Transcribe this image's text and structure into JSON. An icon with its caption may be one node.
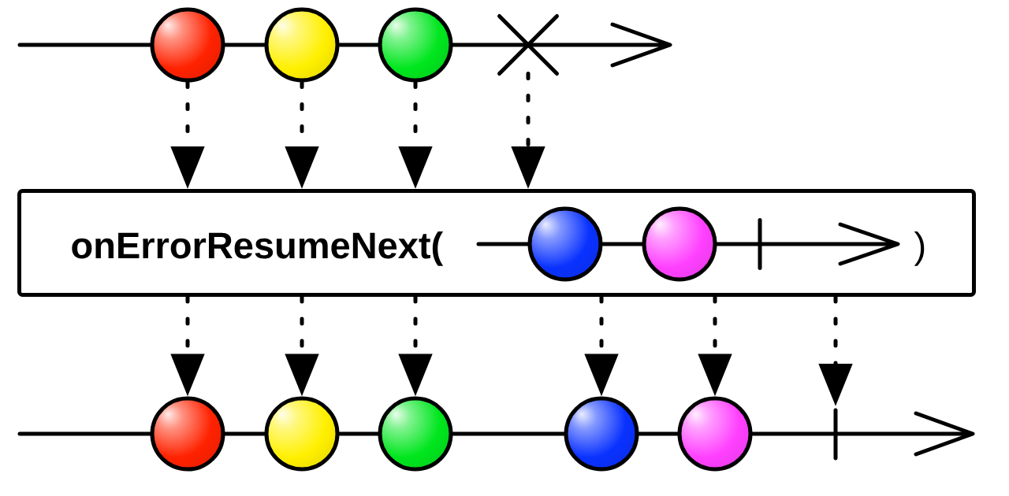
{
  "diagram": {
    "nodes": [
      {
        "text": [],
        "shape": "circle"
      },
      {
        "text": [],
        "shape": "circle"
      },
      {
        "text": [],
        "shape": "circle"
      },
      {
        "text": [],
        "shape": "cross"
      },
      {
        "text": [
          "onErrorResumeNext(",
          ")"
        ]
      },
      {
        "text": [],
        "shape": "circle",
        "in": 4
      },
      {
        "text": [],
        "shape": "circle",
        "in": 4
      },
      {
        "text": [],
        "shape": "bar",
        "in": 4
      },
      {
        "text": [],
        "shape": "circle"
      },
      {
        "text": [],
        "shape": "circle"
      },
      {
        "text": [],
        "shape": "circle"
      },
      {
        "text": [],
        "shape": "circle"
      },
      {
        "text": [],
        "shape": "circle"
      },
      {
        "text": [],
        "shape": "bar"
      }
    ],
    "edges": [
      {
        "from": 0,
        "to": 4,
        "arrow": "to",
        "style": "dashed"
      },
      {
        "from": 1,
        "to": 4,
        "arrow": "to",
        "style": "dashed"
      },
      {
        "from": 2,
        "to": 4,
        "arrow": "to",
        "style": "dashed"
      },
      {
        "from": 3,
        "to": 4,
        "arrow": "to",
        "style": "dashed"
      },
      {
        "from": 4,
        "to": 8,
        "arrow": "to",
        "style": "dashed"
      },
      {
        "from": 4,
        "to": 9,
        "arrow": "to",
        "style": "dashed"
      },
      {
        "from": 4,
        "to": 10,
        "arrow": "to",
        "style": "dashed"
      },
      {
        "from": 4,
        "to": 11,
        "arrow": "to",
        "style": "dashed"
      },
      {
        "from": 4,
        "to": 12,
        "arrow": "to",
        "style": "dashed"
      },
      {
        "from": 4,
        "to": 13,
        "arrow": "to",
        "style": "dashed"
      }
    ]
  }
}
